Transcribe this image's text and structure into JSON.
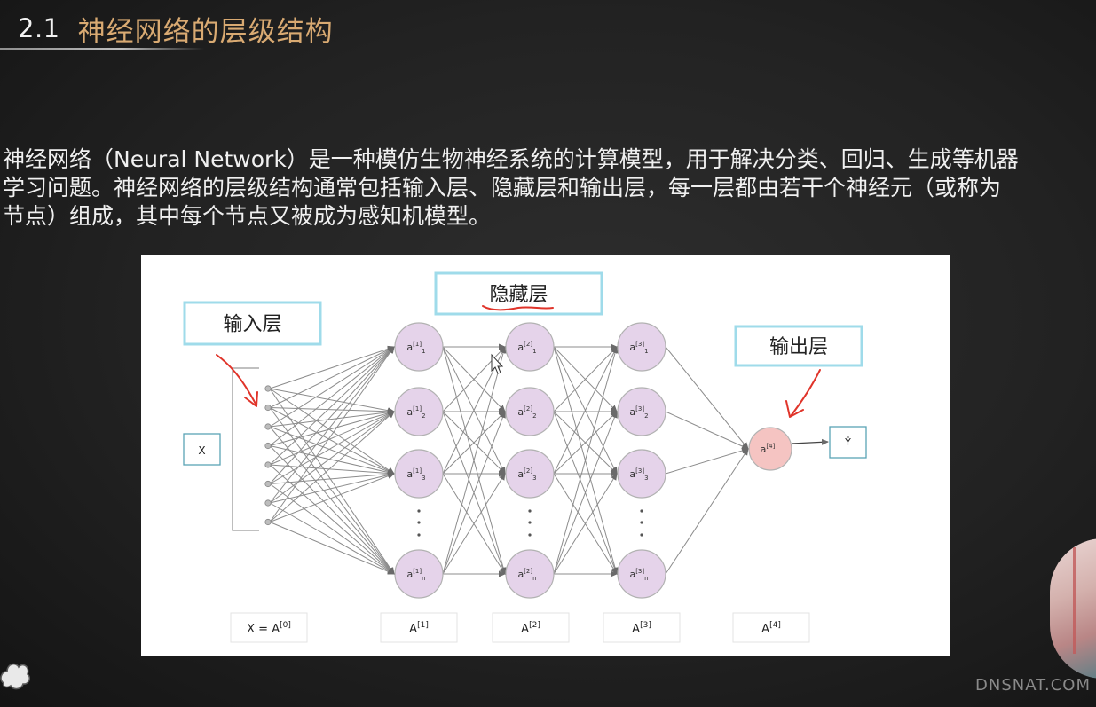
{
  "header": {
    "section_number": "2.1",
    "section_title": "神经网络的层级结构"
  },
  "body_text": "神经网络（Neural Network）是一种模仿生物神经系统的计算模型，用于解决分类、回归、生成等机器\n学习问题。神经网络的层级结构通常包括输入层、隐藏层和输出层，每一层都由若干个神经元（或称为\n节点）组成，其中每个节点又被成为感知机模型。",
  "watermark": "DNSNAT.COM",
  "icons": {
    "webcam": "presenter-webcam",
    "cloud": "cloud-icon",
    "cursor": "mouse-cursor-icon"
  },
  "colors": {
    "title_accent": "#d9aa72",
    "callout_border": "#9fdbea",
    "hidden_node_fill": "#e5d3ea",
    "output_node_fill": "#f5c4c2",
    "annotation_red": "#e0342a",
    "edge_gray": "#8c8c8c"
  },
  "chart_data": {
    "type": "network",
    "callouts": [
      {
        "id": "input",
        "label": "输入层"
      },
      {
        "id": "hidden",
        "label": "隐藏层"
      },
      {
        "id": "output",
        "label": "输出层"
      }
    ],
    "input_label": "X",
    "output_label": "Ŷ",
    "input_node_count": 8,
    "layers": [
      {
        "name": "A1",
        "nodes": [
          {
            "base": "a",
            "sup": "[1]",
            "sub": "1"
          },
          {
            "base": "a",
            "sup": "[1]",
            "sub": "2"
          },
          {
            "base": "a",
            "sup": "[1]",
            "sub": "3"
          },
          {
            "base": "a",
            "sup": "[1]",
            "sub": "n"
          }
        ]
      },
      {
        "name": "A2",
        "nodes": [
          {
            "base": "a",
            "sup": "[2]",
            "sub": "1"
          },
          {
            "base": "a",
            "sup": "[2]",
            "sub": "2"
          },
          {
            "base": "a",
            "sup": "[2]",
            "sub": "3"
          },
          {
            "base": "a",
            "sup": "[2]",
            "sub": "n"
          }
        ]
      },
      {
        "name": "A3",
        "nodes": [
          {
            "base": "a",
            "sup": "[3]",
            "sub": "1"
          },
          {
            "base": "a",
            "sup": "[3]",
            "sub": "2"
          },
          {
            "base": "a",
            "sup": "[3]",
            "sub": "3"
          },
          {
            "base": "a",
            "sup": "[3]",
            "sub": "n"
          }
        ]
      }
    ],
    "output_node": {
      "base": "a",
      "sup": "[4]",
      "sub": ""
    },
    "bottom_labels": [
      {
        "base": "X = A",
        "sup": "[0]"
      },
      {
        "base": "A",
        "sup": "[1]"
      },
      {
        "base": "A",
        "sup": "[2]"
      },
      {
        "base": "A",
        "sup": "[3]"
      },
      {
        "base": "A",
        "sup": "[4]"
      }
    ]
  }
}
